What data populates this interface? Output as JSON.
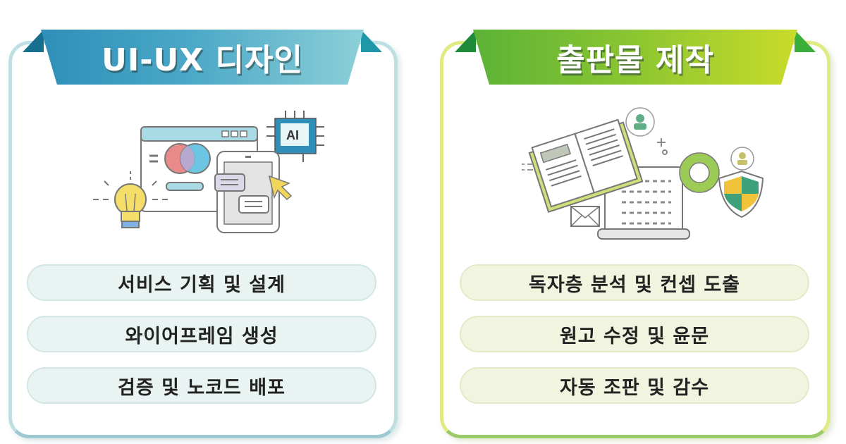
{
  "panels": {
    "left": {
      "title": "UI-UX 디자인",
      "accent_color": "#3a9cc0",
      "illustration": "ui-ux-design-illustration",
      "illustration_label": "AI",
      "items": [
        {
          "label": "서비스 기획 및 설계"
        },
        {
          "label": "와이어프레임 생성"
        },
        {
          "label": "검증 및 노코드 배포"
        }
      ]
    },
    "right": {
      "title": "출판물 제작",
      "accent_color": "#8cc631",
      "illustration": "publication-illustration",
      "items": [
        {
          "label": "독자층 분석 및 컨셉 도출"
        },
        {
          "label": "원고 수정 및 윤문"
        },
        {
          "label": "자동 조판 및 감수"
        }
      ]
    }
  }
}
